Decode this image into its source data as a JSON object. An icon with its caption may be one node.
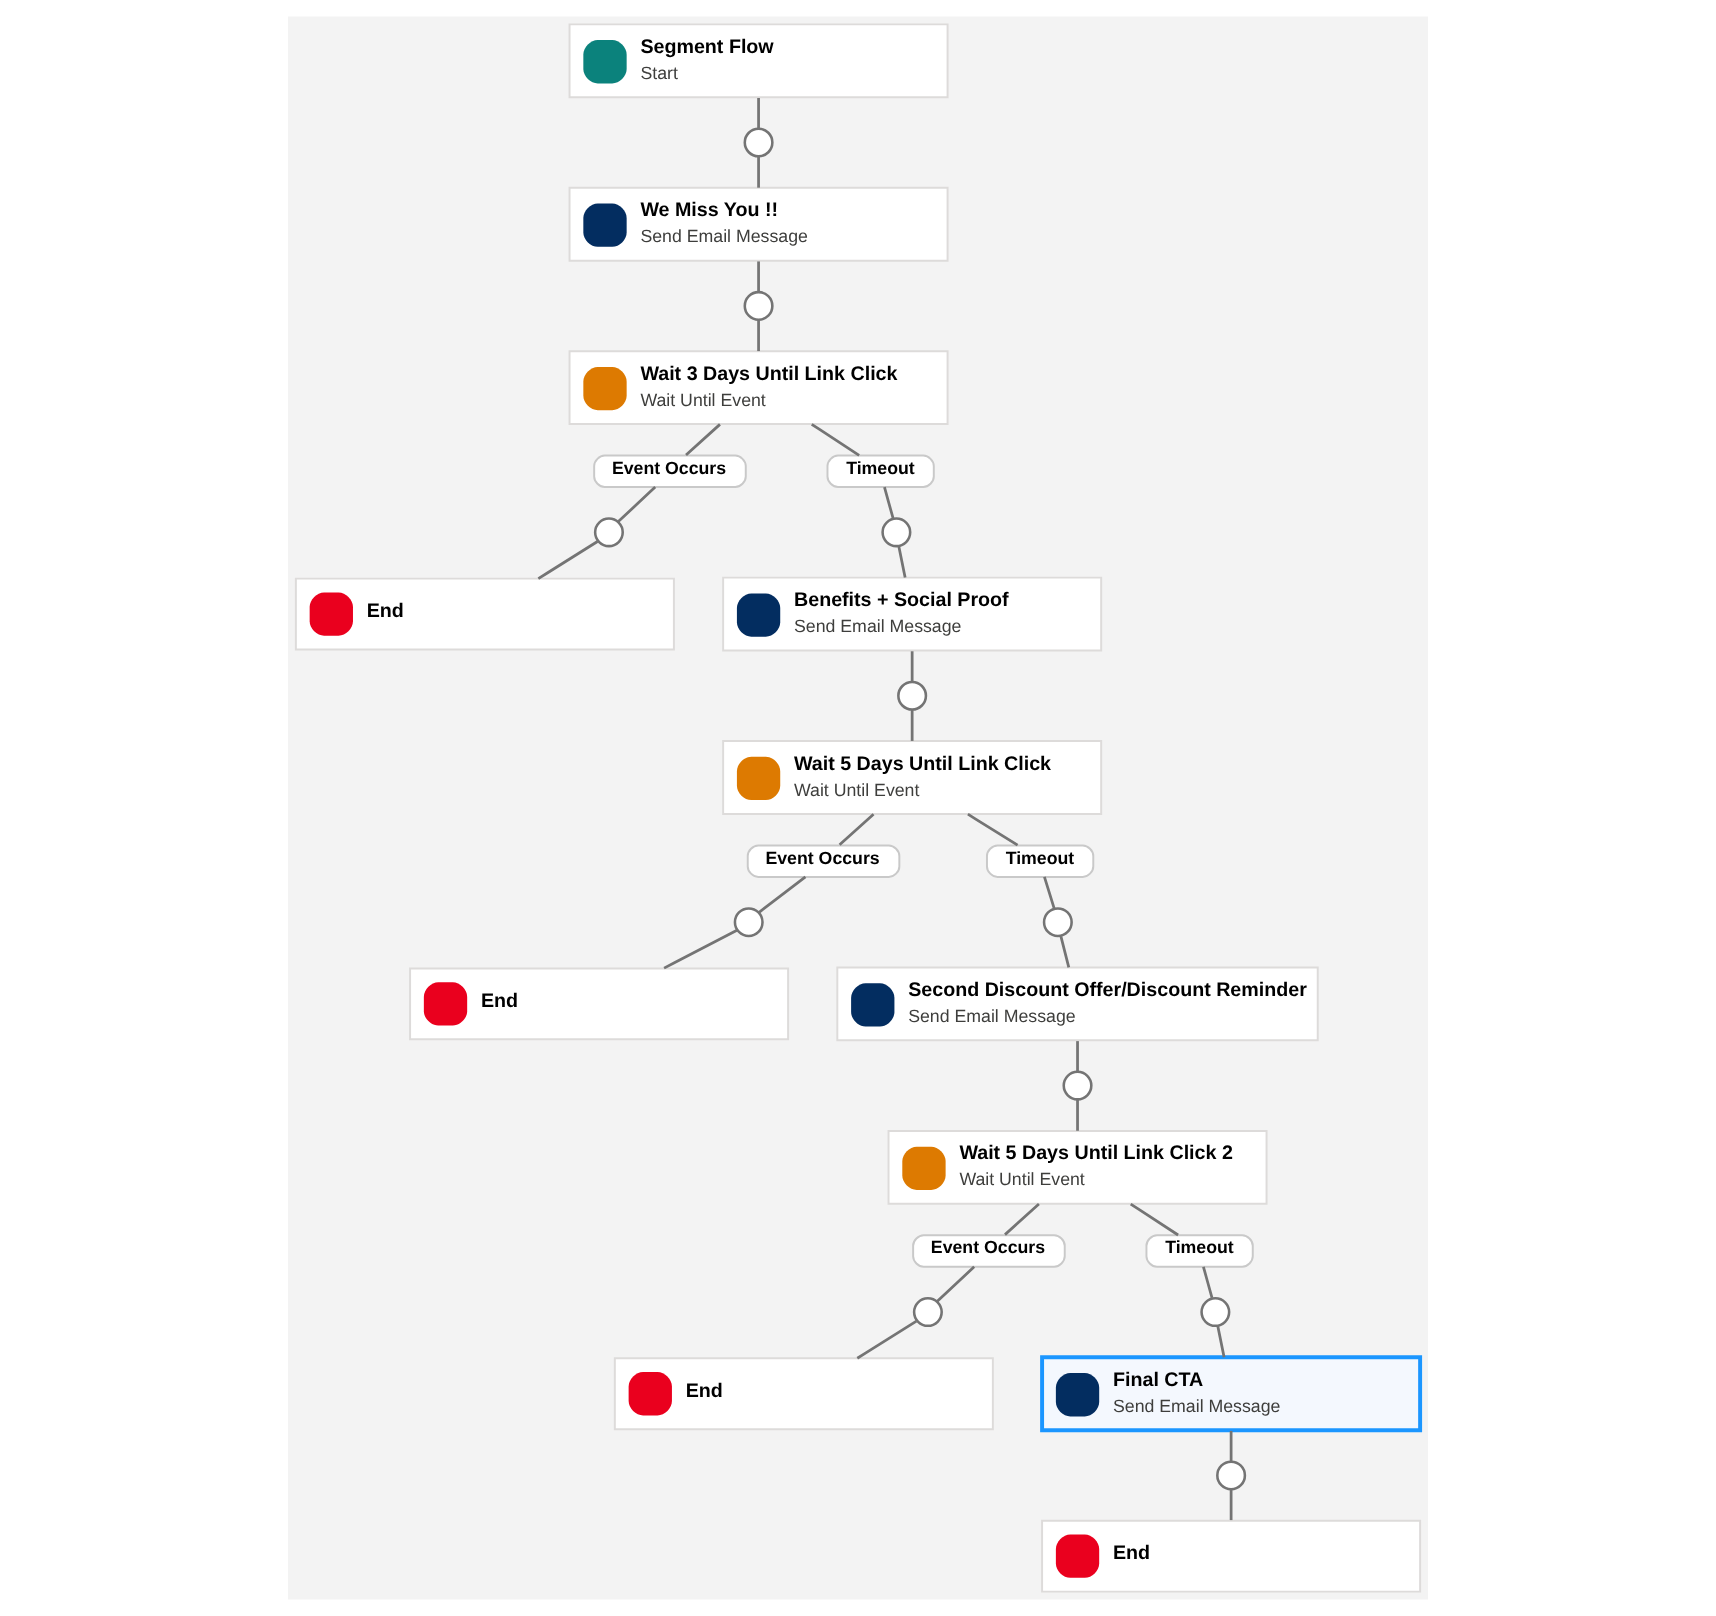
{
  "diagram": {
    "nodes": [
      {
        "text": [
          "Segment Flow",
          "Start"
        ]
      },
      {
        "text": [],
        "shape": "circle"
      },
      {
        "text": [
          "We Miss You !!",
          "Send Email Message"
        ]
      },
      {
        "text": [],
        "shape": "circle"
      },
      {
        "text": [
          "Wait 3 Days Until Link Click",
          "Wait Until Event"
        ]
      },
      {
        "text": [
          "Event Occurs"
        ]
      },
      {
        "text": [
          "Timeout"
        ]
      },
      {
        "text": [],
        "shape": "circle"
      },
      {
        "text": [],
        "shape": "circle"
      },
      {
        "text": [
          "End"
        ]
      },
      {
        "text": [
          "Benefits + Social Proof",
          "Send Email Message"
        ]
      },
      {
        "text": [],
        "shape": "circle"
      },
      {
        "text": [
          "Wait 5 Days Until Link Click",
          "Wait Until Event"
        ]
      },
      {
        "text": [
          "Event Occurs"
        ]
      },
      {
        "text": [
          "Timeout"
        ]
      },
      {
        "text": [],
        "shape": "circle"
      },
      {
        "text": [],
        "shape": "circle"
      },
      {
        "text": [
          "End"
        ]
      },
      {
        "text": [
          "Second Discount Offer/Discount Reminder",
          "Send Email Message"
        ]
      },
      {
        "text": [],
        "shape": "circle"
      },
      {
        "text": [
          "Wait 5 Days Until Link Click 2",
          "Wait Until Event"
        ]
      },
      {
        "text": [
          "Event Occurs"
        ]
      },
      {
        "text": [
          "Timeout"
        ]
      },
      {
        "text": [],
        "shape": "circle"
      },
      {
        "text": [],
        "shape": "circle"
      },
      {
        "text": [
          "End"
        ]
      },
      {
        "text": [
          "Final CTA",
          "Send Email Message"
        ]
      },
      {
        "text": [],
        "shape": "circle"
      },
      {
        "text": [
          "End"
        ]
      }
    ],
    "edges": [
      {
        "from": 0,
        "to": 1,
        "arrow": "none"
      },
      {
        "from": 1,
        "to": 2,
        "arrow": "none"
      },
      {
        "from": 2,
        "to": 3,
        "arrow": "none"
      },
      {
        "from": 3,
        "to": 4,
        "arrow": "none"
      },
      {
        "from": 4,
        "to": 5,
        "arrow": "none"
      },
      {
        "from": 4,
        "to": 6,
        "arrow": "none"
      },
      {
        "from": 5,
        "to": 7,
        "arrow": "none"
      },
      {
        "from": 7,
        "to": 9,
        "arrow": "none"
      },
      {
        "from": 6,
        "to": 8,
        "arrow": "none"
      },
      {
        "from": 8,
        "to": 10,
        "arrow": "none"
      },
      {
        "from": 10,
        "to": 11,
        "arrow": "none"
      },
      {
        "from": 11,
        "to": 12,
        "arrow": "none"
      },
      {
        "from": 12,
        "to": 13,
        "arrow": "none"
      },
      {
        "from": 12,
        "to": 14,
        "arrow": "none"
      },
      {
        "from": 13,
        "to": 15,
        "arrow": "none"
      },
      {
        "from": 15,
        "to": 17,
        "arrow": "none"
      },
      {
        "from": 14,
        "to": 16,
        "arrow": "none"
      },
      {
        "from": 16,
        "to": 18,
        "arrow": "none"
      },
      {
        "from": 18,
        "to": 19,
        "arrow": "none"
      },
      {
        "from": 19,
        "to": 20,
        "arrow": "none"
      },
      {
        "from": 20,
        "to": 21,
        "arrow": "none"
      },
      {
        "from": 20,
        "to": 22,
        "arrow": "none"
      },
      {
        "from": 21,
        "to": 23,
        "arrow": "none"
      },
      {
        "from": 23,
        "to": 25,
        "arrow": "none"
      },
      {
        "from": 22,
        "to": 24,
        "arrow": "none"
      },
      {
        "from": 24,
        "to": 26,
        "arrow": "none"
      },
      {
        "from": 26,
        "to": 27,
        "arrow": "none"
      },
      {
        "from": 27,
        "to": 28,
        "arrow": "none"
      }
    ]
  }
}
